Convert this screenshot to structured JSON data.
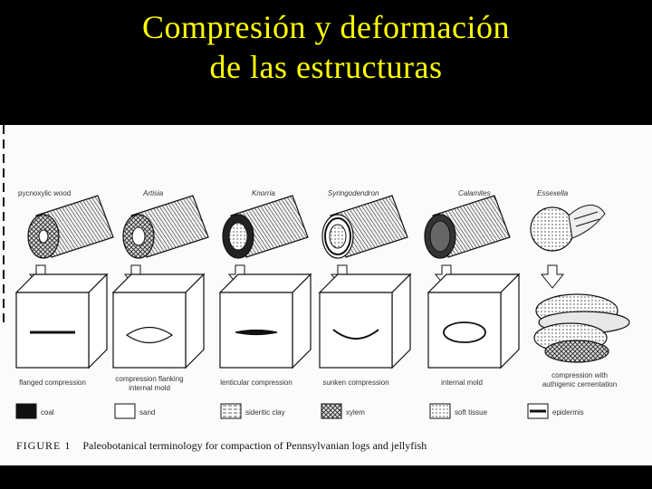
{
  "title": {
    "line1": "Compresión y deformación",
    "line2": "de las estructuras"
  },
  "specimens": [
    {
      "top_label": "pycnoxylic wood",
      "bottom_label": [
        "flanged compression"
      ]
    },
    {
      "top_label": "Artisia",
      "bottom_label": [
        "compression flanking",
        "internal mold"
      ]
    },
    {
      "top_label": "Knorria",
      "bottom_label": [
        "lenticular compression"
      ]
    },
    {
      "top_label": "Syringodendron",
      "bottom_label": [
        "sunken compression"
      ]
    },
    {
      "top_label": "Calamites",
      "bottom_label": [
        "internal mold"
      ]
    },
    {
      "top_label": "Essexella",
      "bottom_label": [
        "compression with",
        "authigenic cementation"
      ]
    }
  ],
  "legend": [
    {
      "label": "coal"
    },
    {
      "label": "sand"
    },
    {
      "label": "sideritic clay"
    },
    {
      "label": "xylem"
    },
    {
      "label": "soft tissue"
    },
    {
      "label": "epidermis"
    }
  ],
  "caption": {
    "figure": "FIGURE 1",
    "text": "Paleobotanical terminology for compaction of Pennsylvanian logs and jellyfish"
  }
}
